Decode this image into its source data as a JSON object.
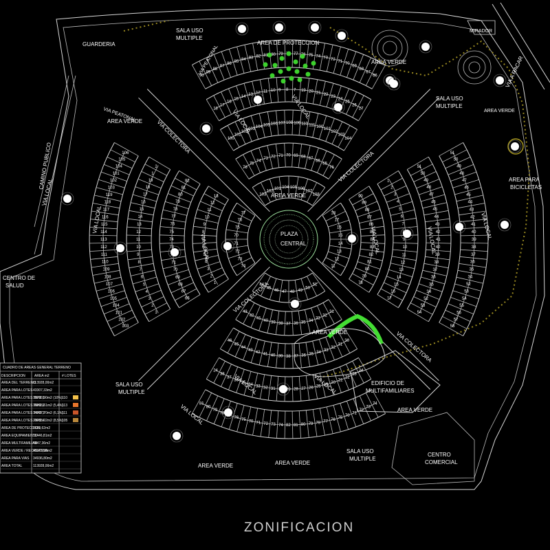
{
  "title": "ZONIFICACION",
  "plaza": {
    "line1": "PLAZA",
    "line2": "CENTRAL"
  },
  "labels": {
    "guarderia": "GUARDERIA",
    "sala_uso_multiple": [
      "SALA USO",
      "MULTIPLE"
    ],
    "area_proteccion": "AREA DE PROTECCION",
    "area_verde": "AREA VERDE",
    "area_verde_short": "AREA VERDE",
    "mirador": "MIRADOR",
    "via_a_racar": "VIA A RACAR",
    "via_local": "VIA LOCAL",
    "via_colectora": "VIA COLECTORA",
    "via_peatonal": "VIA PEATONAL",
    "camino_publico": "CAMINO PUBLICO",
    "centro_salud": [
      "CENTRO DE",
      "SALUD"
    ],
    "area_bicicletas": [
      "AREA PARA",
      "BICICLETAS"
    ],
    "edificio": [
      "EDIFICIO DE",
      "MULTIFAMILIARES"
    ],
    "centro_comercial": [
      "CENTRO",
      "COMERCIAL"
    ]
  },
  "table": {
    "title": "CUADRO DE AREAS GENERAL TERRENO",
    "headers": [
      "DESCRIPCION",
      "AREA m2",
      "# LOTES"
    ],
    "rows": [
      [
        "AREA DEL TERRENO",
        "113928,00m2",
        ""
      ],
      [
        "AREA PARA LOTES",
        "43307,33m2",
        ""
      ],
      [
        "AREA PARA LOTES TIPO 1",
        "18290,90m2 (10%)",
        "110"
      ],
      [
        "AREA PARA LOTES TIPO 2",
        "16893,61m2 (5,4%)",
        "113"
      ],
      [
        "AREA PARA LOTES TIPO 3",
        "14397,70m2 (6,1%)",
        "111"
      ],
      [
        "AREA PARA LOTES TIPO 4",
        "20088,02m2 (8,5%)",
        "105"
      ],
      [
        "AREA DE PROTECCION",
        "6613,62m2",
        ""
      ],
      [
        "AREA EQUIPAMIENTO",
        "11446,81m2",
        ""
      ],
      [
        "AREA MULTIFAMILIAR",
        "4847,36m2",
        ""
      ],
      [
        "AREA VERDE / RECREATIVA",
        "40373,30m2",
        ""
      ],
      [
        "AREA PARA VIAS",
        "34936,80m2",
        ""
      ],
      [
        "AREA TOTAL",
        "113928,00m2",
        ""
      ]
    ],
    "swatch_colors": [
      "#f5c24a",
      "#e8762c",
      "#c8552a",
      "#b8873a"
    ]
  },
  "colors": {
    "background": "#000000",
    "line": "#d8d8d8",
    "green": "#44dd33",
    "trees": "#a89820"
  },
  "lot_labels": {
    "A": [
      "18",
      "17",
      "16",
      "15",
      "14",
      "13",
      "12",
      "11",
      "10",
      "9",
      "8",
      "7",
      "19",
      "20",
      "21",
      "22",
      "23",
      "24",
      "25",
      "26",
      "27",
      "28"
    ],
    "B": [
      "51",
      "50",
      "49",
      "48",
      "47",
      "46",
      "45",
      "44",
      "43",
      "42",
      "41",
      "40",
      "39",
      "38",
      "37",
      "36",
      "35",
      "34",
      "52",
      "53",
      "54",
      "55",
      "56",
      "57",
      "58",
      "59",
      "60",
      "61",
      "62",
      "63",
      "64",
      "65",
      "66",
      "67",
      "68"
    ],
    "C": [
      "74",
      "73",
      "72",
      "71",
      "70",
      "75",
      "76",
      "77",
      "78",
      "79",
      "80",
      "81",
      "82"
    ],
    "D": [
      "103",
      "102",
      "101",
      "104",
      "105",
      "106",
      "107",
      "108",
      "109",
      "110",
      "111",
      "112",
      "113",
      "114",
      "115",
      "116",
      "117",
      "118",
      "119"
    ],
    "E": [
      "90",
      "89",
      "88",
      "87",
      "86",
      "85",
      "84",
      "83",
      "82",
      "81",
      "80",
      "79",
      "78",
      "77",
      "76",
      "75",
      "74",
      "73",
      "72",
      "71",
      "70",
      "69",
      "68",
      "67",
      "66"
    ],
    "F": [
      "31",
      "32",
      "33",
      "34",
      "35",
      "36",
      "37",
      "38",
      "39",
      "40",
      "41",
      "42",
      "43",
      "44",
      "45",
      "46",
      "47",
      "48",
      "49",
      "50",
      "51",
      "52",
      "53",
      "54",
      "55",
      "56",
      "57",
      "58"
    ],
    "G": [
      "1",
      "2",
      "3",
      "4",
      "5",
      "6",
      "7",
      "8",
      "9",
      "10",
      "11",
      "12",
      "13",
      "14",
      "15",
      "16",
      "17",
      "18",
      "19",
      "20",
      "21",
      "22",
      "23",
      "24",
      "25",
      "26",
      "27",
      "28"
    ],
    "H": [
      "76",
      "75",
      "74",
      "73",
      "72",
      "71",
      "70",
      "69",
      "68",
      "67",
      "66",
      "65"
    ],
    "I": [
      "1",
      "2",
      "3",
      "4",
      "5",
      "6",
      "7",
      "8",
      "9",
      "10",
      "11",
      "12",
      "13",
      "14",
      "15",
      "16",
      "17",
      "18",
      "19",
      "20",
      "21",
      "22",
      "23",
      "24",
      "25",
      "26",
      "27",
      "28",
      "29",
      "30"
    ],
    "J": [
      "30",
      "31",
      "32",
      "33",
      "34",
      "35",
      "36",
      "37",
      "38",
      "39",
      "40",
      "41",
      "42",
      "43",
      "44",
      "45",
      "46",
      "47",
      "48",
      "49",
      "50",
      "51",
      "52",
      "53",
      "54",
      "55",
      "56",
      "57",
      "58",
      "59",
      "60",
      "61",
      "62",
      "63",
      "64",
      "65"
    ],
    "K": [
      "66",
      "67",
      "68",
      "69",
      "70",
      "71",
      "72",
      "73",
      "74",
      "75",
      "76",
      "77",
      "78",
      "79",
      "80",
      "81",
      "82",
      "83",
      "84",
      "85",
      "86",
      "87",
      "88",
      "89",
      "90",
      "91",
      "92",
      "93",
      "94",
      "95",
      "96"
    ],
    "L": [
      "100",
      "101",
      "102",
      "103",
      "104",
      "105",
      "106",
      "107",
      "108",
      "109",
      "110",
      "111"
    ],
    "M": [
      "51",
      "50",
      "49",
      "48",
      "47",
      "46",
      "45",
      "44",
      "43",
      "42",
      "41",
      "40",
      "39",
      "38",
      "37",
      "36",
      "35",
      "34",
      "52",
      "53",
      "54",
      "55",
      "56",
      "57",
      "58",
      "59",
      "60",
      "61",
      "62",
      "63",
      "64",
      "65",
      "66",
      "67",
      "68"
    ],
    "N": [
      "24",
      "23",
      "22",
      "21",
      "20",
      "19",
      "25",
      "26",
      "27",
      "28",
      "29",
      "30",
      "31",
      "32",
      "33",
      "34",
      "35",
      "36",
      "37",
      "38"
    ],
    "O": [
      "1",
      "2",
      "3",
      "4",
      "5",
      "6",
      "7",
      "8",
      "9",
      "10",
      "11",
      "12",
      "13",
      "14",
      "15",
      "16",
      "17",
      "18",
      "19"
    ]
  }
}
